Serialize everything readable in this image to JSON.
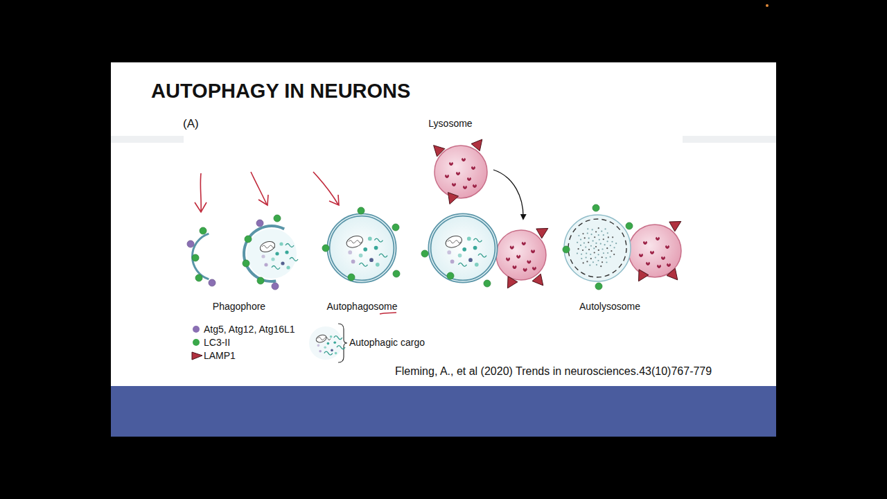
{
  "diagram": {
    "title": "AUTOPHAGY IN NEURONS",
    "nodes": [
      {
        "text": [
          "Lysosome"
        ]
      },
      {
        "text": [
          "Phagophore"
        ]
      },
      {
        "text": [
          "Autophagosome"
        ]
      },
      {
        "text": [
          "Autolysosome"
        ]
      }
    ],
    "labels": [
      "(A)",
      "Autophagic cargo",
      "Fleming, A., et al (2020)  Trends in neurosciences.43(10)767-779"
    ],
    "legend": [
      {
        "text": "Atg5, Atg12, Atg16L1",
        "color": "#8a6fb3"
      },
      {
        "text": "LC3-II",
        "color": "#3aa84a"
      },
      {
        "text": "LAMP1",
        "color": "#b0313f"
      }
    ]
  }
}
